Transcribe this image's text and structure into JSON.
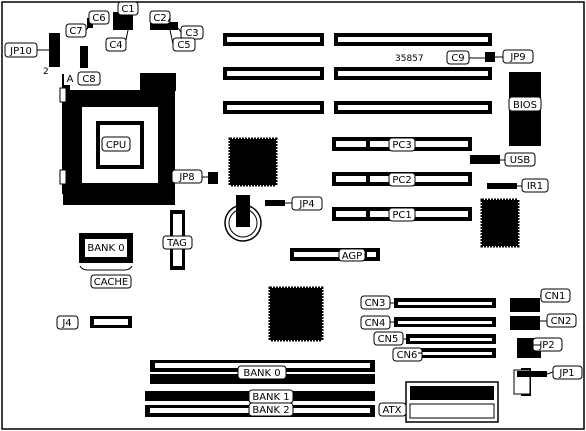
{
  "labels": {
    "c1": "C1",
    "c2": "C2",
    "c3": "C3",
    "c4": "C4",
    "c5": "C5",
    "c6": "C6",
    "c7": "C7",
    "jp10": "JP10",
    "two": "2",
    "a": "A",
    "c8": "C8",
    "serial": "35857",
    "c9": "C9",
    "jp9": "JP9",
    "bios": "BIOS",
    "cpu": "CPU",
    "jp8": "JP8",
    "jp4": "JP4",
    "pc3": "PC3",
    "pc2": "PC2",
    "pc1": "PC1",
    "agp": "AGP",
    "usb": "USB",
    "ir1": "IR1",
    "bank0_cache": "BANK 0",
    "tag": "TAG",
    "cache": "CACHE",
    "j4": "J4",
    "cn1": "CN1",
    "cn2": "CN2",
    "cn3": "CN3",
    "cn4": "CN4",
    "cn5": "CN5",
    "cn6": "CN6",
    "jp2": "JP2",
    "jp1": "JP1",
    "bank0": "BANK 0",
    "bank1": "BANK 1",
    "bank2": "BANK 2",
    "atx": "ATX"
  }
}
